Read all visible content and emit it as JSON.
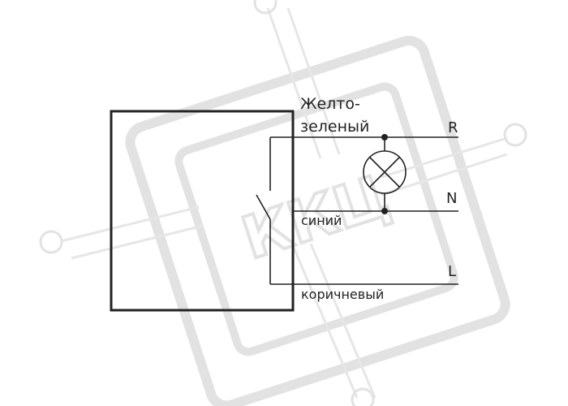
{
  "labels": {
    "yellow_green_line1": "Желто-",
    "yellow_green_line2": "зеленый",
    "blue": "синий",
    "brown": "коричневый",
    "terminal_r": "R",
    "terminal_n": "N",
    "terminal_l": "L"
  },
  "watermark": {
    "text": "ККЦ"
  },
  "colors": {
    "ink": "#222222",
    "watermark": "#e2e2e2"
  }
}
